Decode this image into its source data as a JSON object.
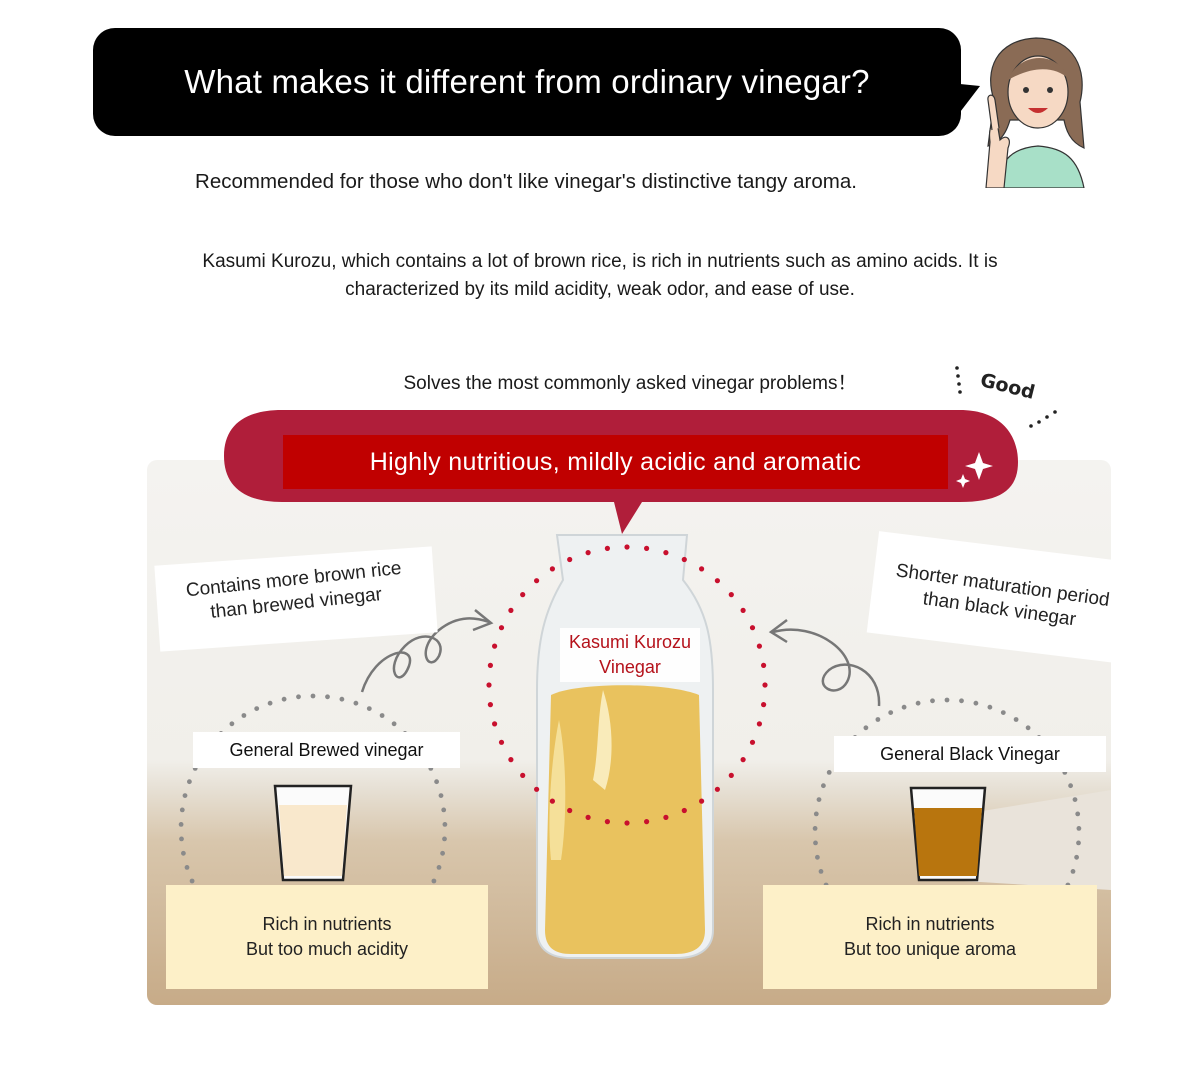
{
  "header": {
    "question": "What makes it different from ordinary vinegar?"
  },
  "subtitle": "Recommended for those who don't like vinegar's distinctive tangy aroma.",
  "description": "Kasumi Kurozu, which contains a lot of brown rice, is rich in nutrients such as amino acids. It is characterized by its mild acidity, weak odor, and ease of use.",
  "solves": "Solves the most commonly asked vinegar problems！",
  "good_deco": "Good",
  "banner": "Highly nutritious, mildly acidic and aromatic",
  "center": {
    "line1": "Kasumi Kurozu",
    "line2": "Vinegar"
  },
  "left_note": {
    "line1": "Contains more brown rice",
    "line2": "than brewed vinegar"
  },
  "right_note": {
    "line1": "Shorter maturation period",
    "line2": "than black vinegar"
  },
  "left_item": {
    "label": "General Brewed vinegar",
    "line1": "Rich in nutrients",
    "line2": "But too much acidity"
  },
  "right_item": {
    "label": "General Black Vinegar",
    "line1": "Rich in nutrients",
    "line2": "But too unique aroma"
  },
  "colors": {
    "banner_red": "#c00000",
    "bubble_red": "#b01e3a",
    "cream": "#fdf0c8",
    "dots_red": "#c8102e",
    "dots_grey": "#8a8a8a"
  }
}
